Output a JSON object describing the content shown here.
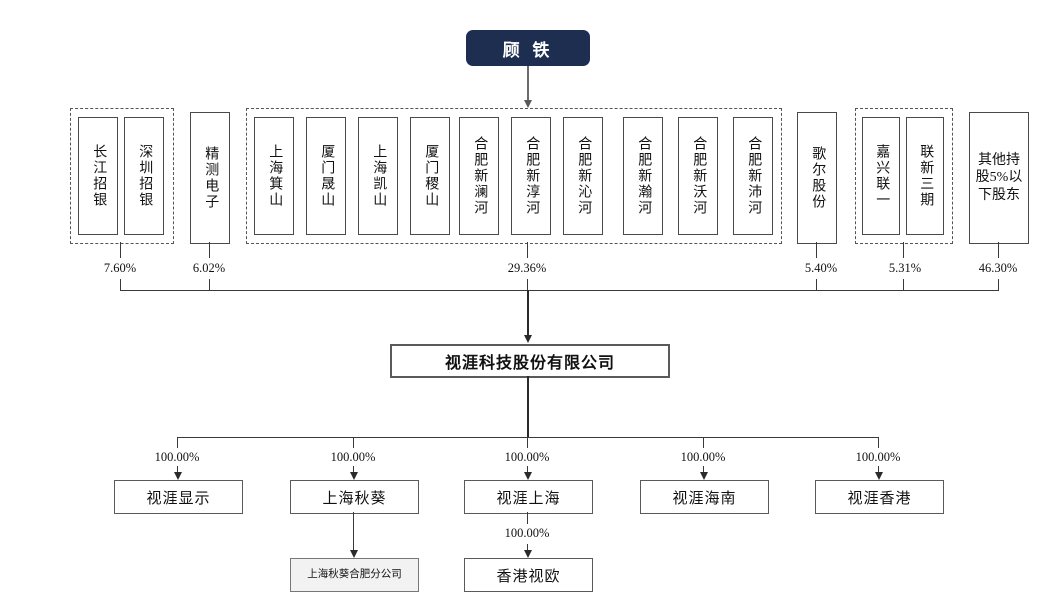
{
  "diagram": {
    "type": "org-ownership-chart",
    "controller": {
      "name": "顾 铁"
    },
    "shareholder_groups": [
      {
        "group_id": "g1",
        "dashed": true,
        "percent": "7.60%",
        "members": [
          {
            "name": "长江招银"
          },
          {
            "name": "深圳招银"
          }
        ]
      },
      {
        "group_id": "g2",
        "dashed": false,
        "percent": "6.02%",
        "members": [
          {
            "name": "精测电子"
          }
        ]
      },
      {
        "group_id": "g3",
        "dashed": true,
        "percent": "29.36%",
        "members": [
          {
            "name": "上海箕山"
          },
          {
            "name": "厦门晟山"
          },
          {
            "name": "上海凯山"
          },
          {
            "name": "厦门稷山"
          },
          {
            "name": "合肥新澜河"
          },
          {
            "name": "合肥新淳河"
          },
          {
            "name": "合肥新沁河"
          },
          {
            "name": "合肥新瀚河"
          },
          {
            "name": "合肥新沃河"
          },
          {
            "name": "合肥新沛河"
          }
        ]
      },
      {
        "group_id": "g4",
        "dashed": false,
        "percent": "5.40%",
        "members": [
          {
            "name": "歌尔股份"
          }
        ]
      },
      {
        "group_id": "g5",
        "dashed": true,
        "percent": "5.31%",
        "members": [
          {
            "name": "嘉兴联一"
          },
          {
            "name": "联新三期"
          }
        ]
      },
      {
        "group_id": "g6",
        "dashed": false,
        "percent": "46.30%",
        "members": [
          {
            "name": "其他持股5%以下股东"
          }
        ]
      }
    ],
    "issuer": {
      "name": "视涯科技股份有限公司"
    },
    "subsidiaries": [
      {
        "name": "视涯显示",
        "percent": "100.00%"
      },
      {
        "name": "上海秋葵",
        "percent": "100.00%",
        "child": {
          "name": "上海秋葵合肥分公司",
          "percent": ""
        }
      },
      {
        "name": "视涯上海",
        "percent": "100.00%",
        "child": {
          "name": "香港视欧",
          "percent": "100.00%"
        }
      },
      {
        "name": "视涯海南",
        "percent": "100.00%"
      },
      {
        "name": "视涯香港",
        "percent": "100.00%"
      }
    ],
    "colors": {
      "controller_fill": "#1d2e51",
      "controller_text": "#ffffff",
      "line": "#3a3a3a",
      "box_border": "#4a4a4a",
      "branch_fill": "#f2f2f2",
      "background": "#ffffff"
    }
  }
}
